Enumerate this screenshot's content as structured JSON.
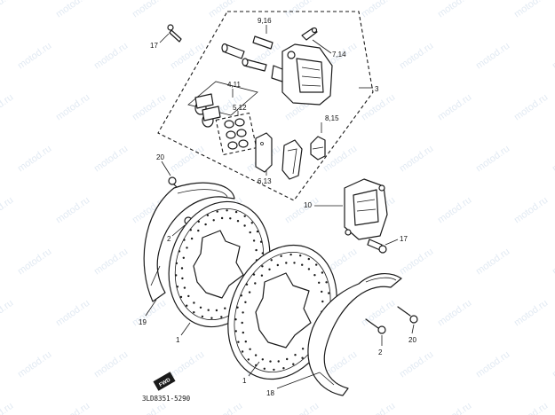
{
  "watermark": {
    "text": "motod.ru"
  },
  "labels": {
    "l1a": "1",
    "l1b": "1",
    "l2a": "2",
    "l2b": "2",
    "l3": "3",
    "l4": "4,11",
    "l5": "5,12",
    "l6": "6,13",
    "l7": "7,14",
    "l8": "8,15",
    "l9": "9,16",
    "l10": "10",
    "l17a": "17",
    "l17b": "17",
    "l18": "18",
    "l19": "19",
    "l20a": "20",
    "l20b": "20"
  },
  "badge": {
    "text": "FWD"
  },
  "drawing_code": "3LD8351-5290",
  "colors": {
    "ink": "#1a1a1a",
    "watermark": "#7a9fc9"
  }
}
